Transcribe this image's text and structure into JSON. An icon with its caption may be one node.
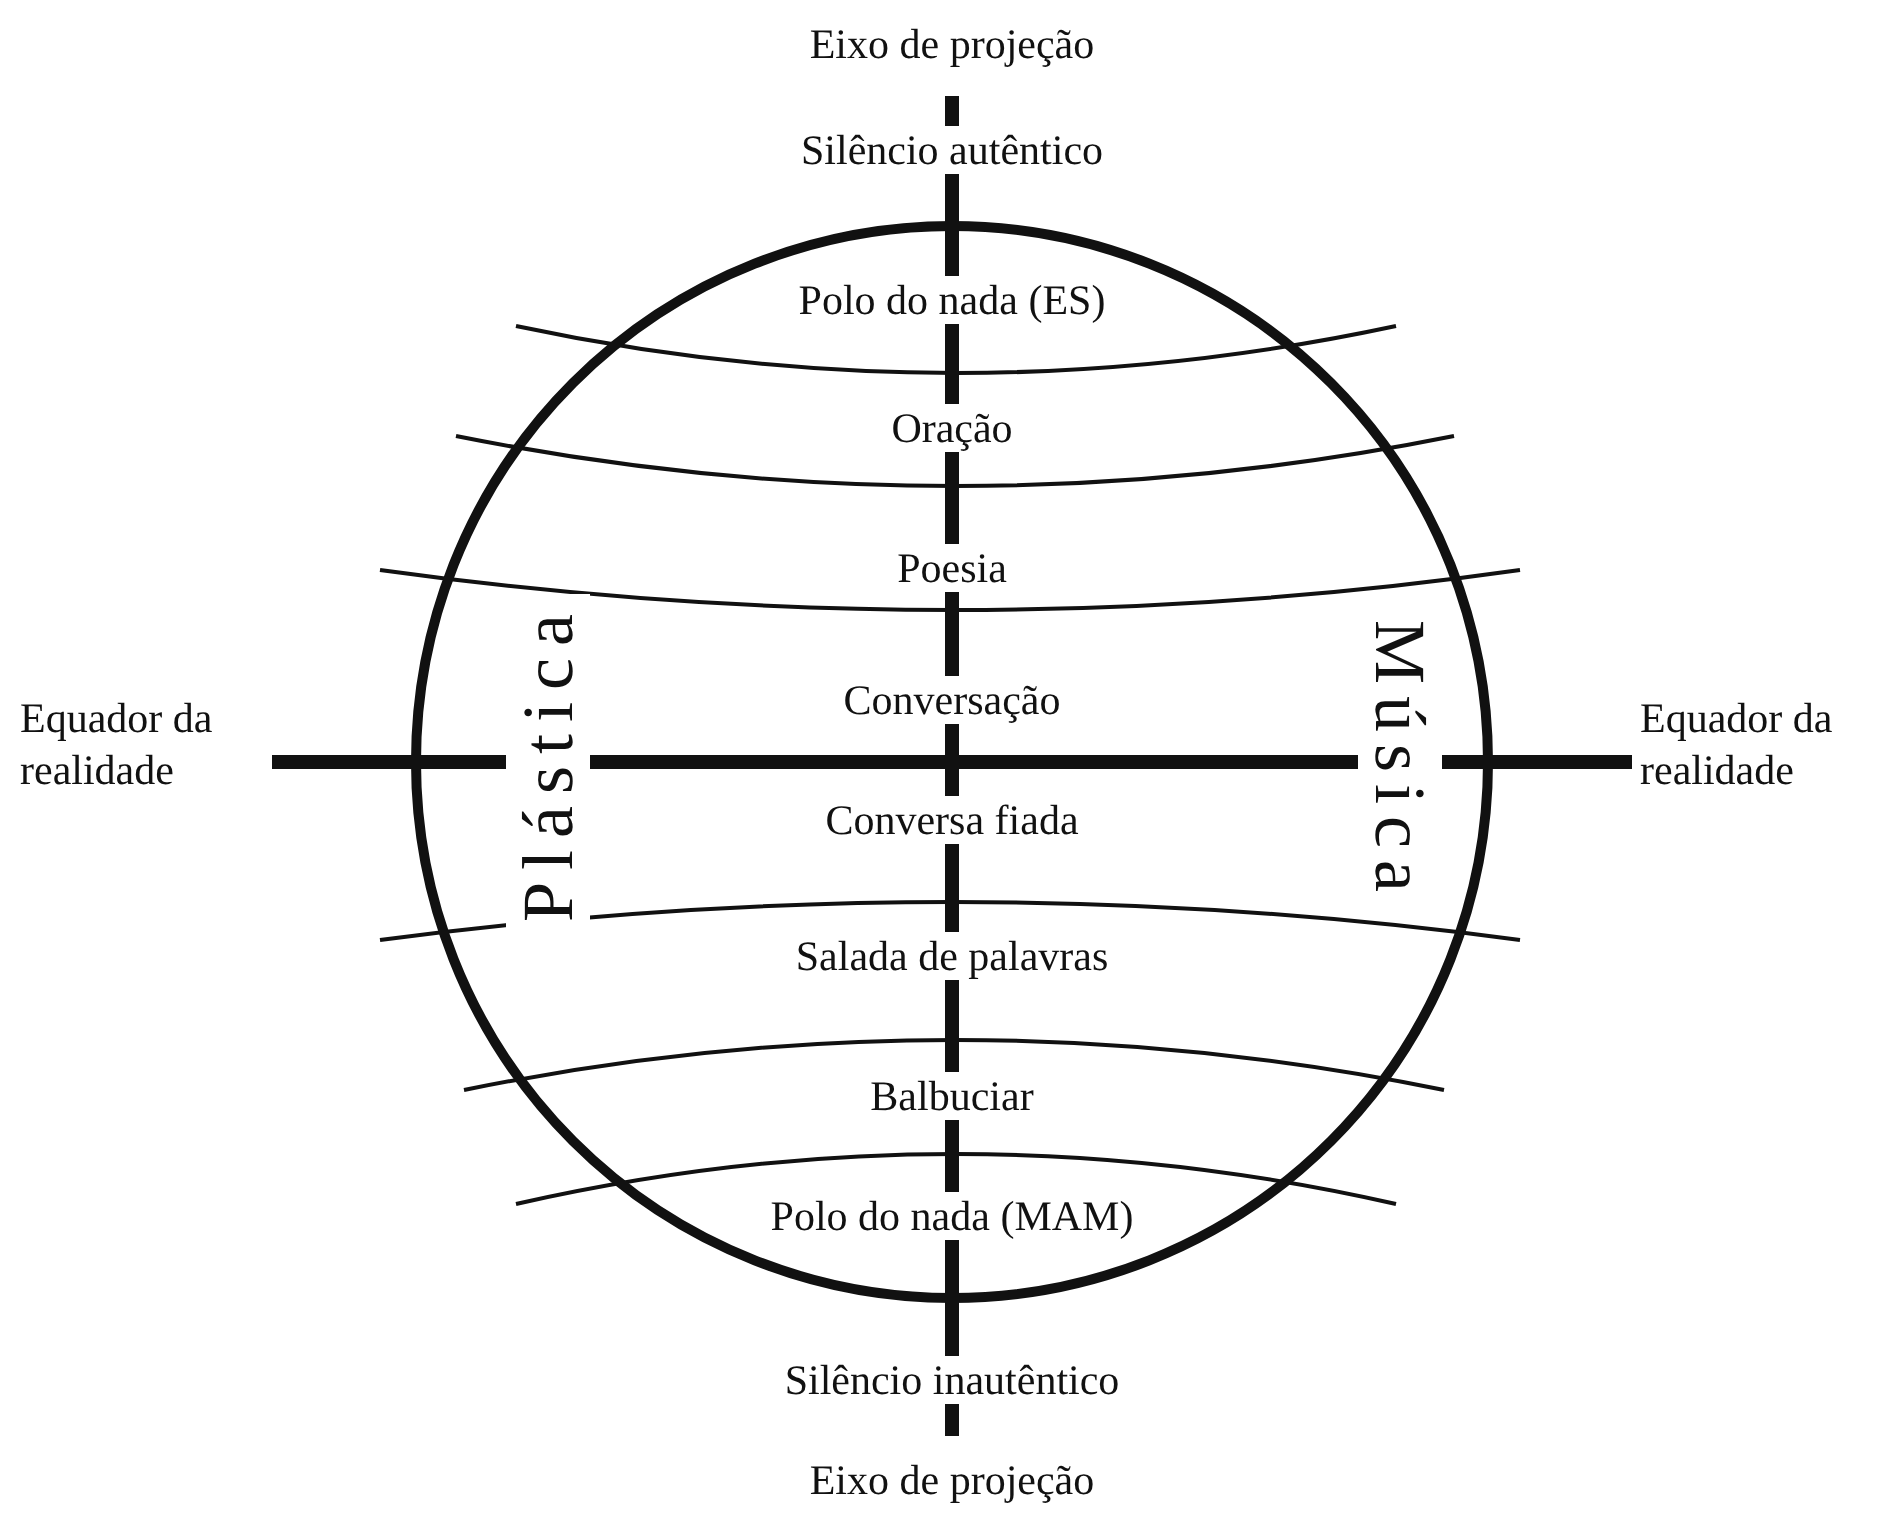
{
  "diagram": {
    "labels": [
      "Eixo de projeção",
      "Silêncio autêntico",
      "Polo do nada (ES)",
      "Oração",
      "Poesia",
      "Plástica",
      "Música",
      "Equador da realidade",
      "Conversação",
      "Equador da realidade",
      "Conversa fiada",
      "Salada de palavras",
      "Balbuciar",
      "Polo do nada (MAM)",
      "Silêncio inautêntico",
      "Eixo de projeção"
    ]
  }
}
